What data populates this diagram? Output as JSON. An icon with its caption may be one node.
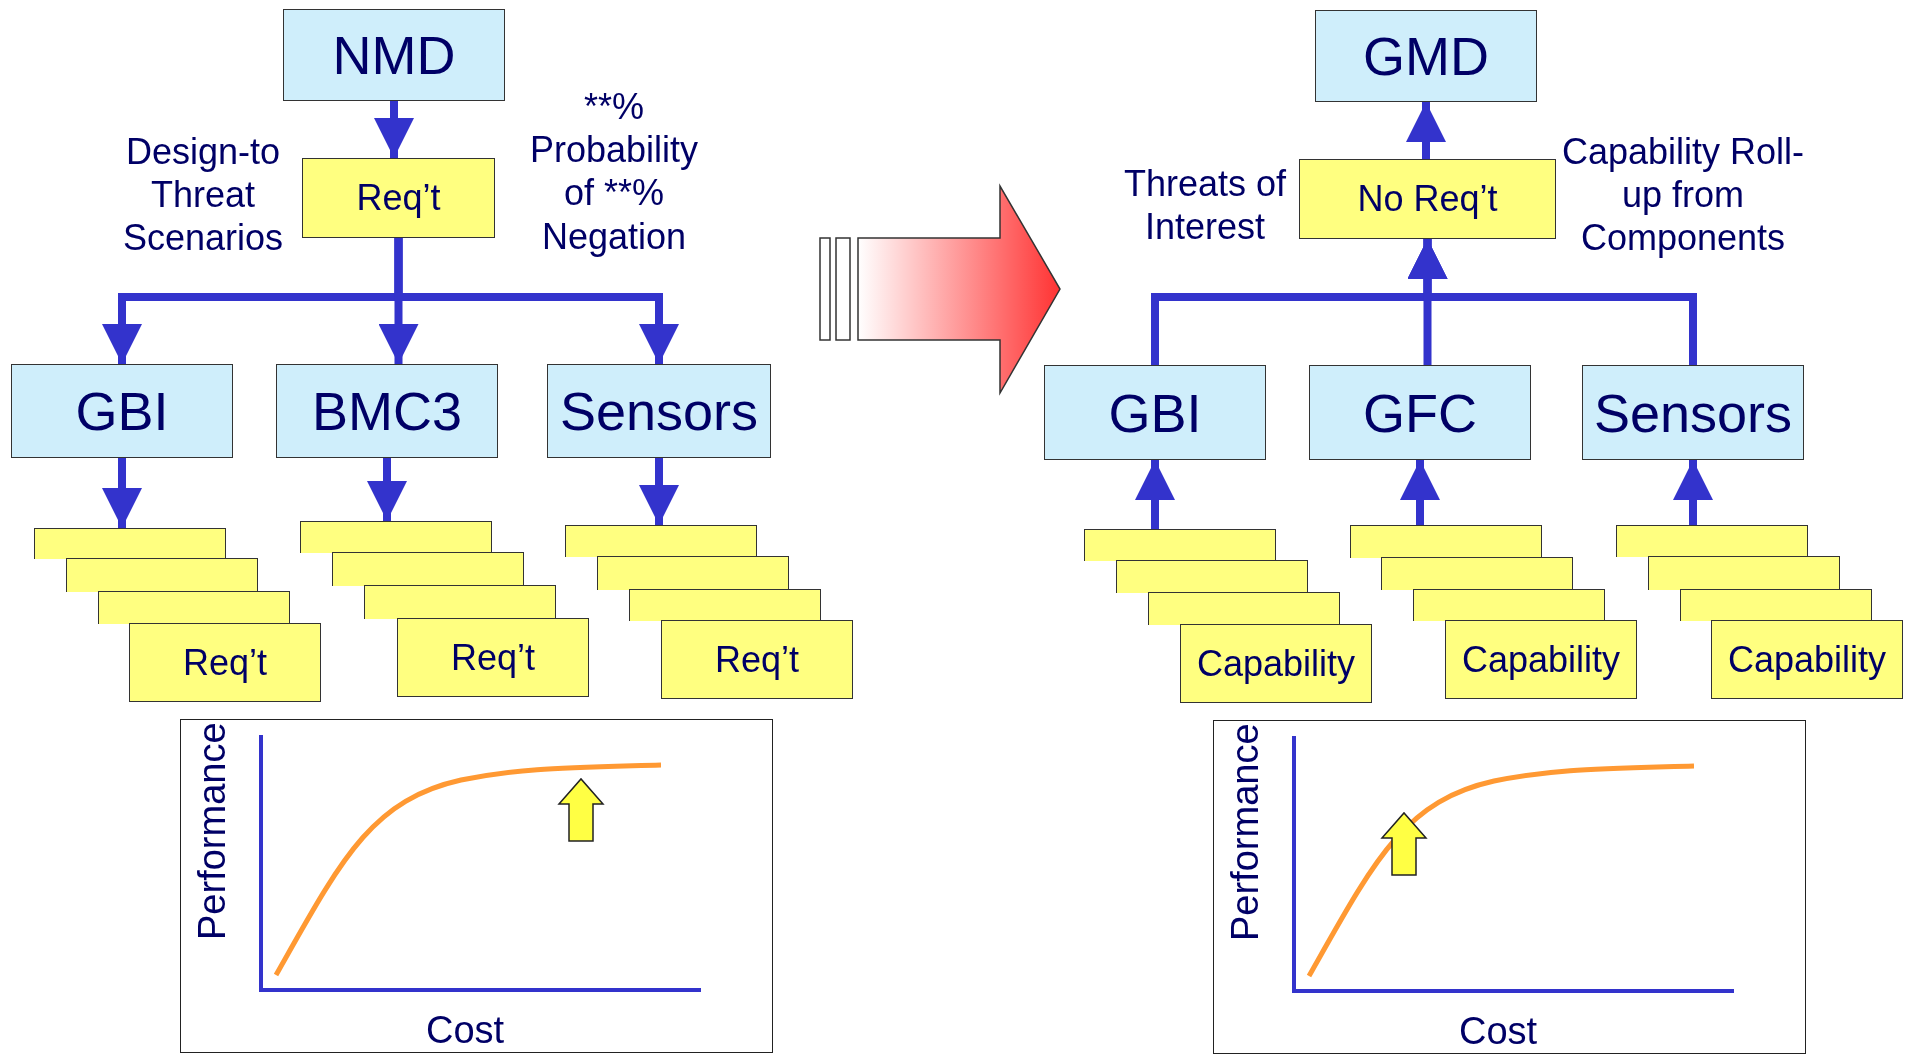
{
  "diagram": {
    "nodes": [
      {
        "text": [
          "NMD"
        ]
      },
      {
        "text": [
          "Req’t"
        ]
      },
      {
        "text": [
          "GBI"
        ]
      },
      {
        "text": [
          "BMC3"
        ]
      },
      {
        "text": [
          "Sensors"
        ]
      },
      {
        "text": [],
        "shape": "box"
      },
      {
        "text": [],
        "shape": "box"
      },
      {
        "text": [],
        "shape": "box"
      },
      {
        "text": [
          "Req’t"
        ]
      },
      {
        "text": [],
        "shape": "box"
      },
      {
        "text": [],
        "shape": "box"
      },
      {
        "text": [],
        "shape": "box"
      },
      {
        "text": [
          "Req’t"
        ]
      },
      {
        "text": [],
        "shape": "box"
      },
      {
        "text": [],
        "shape": "box"
      },
      {
        "text": [],
        "shape": "box"
      },
      {
        "text": [
          "Req’t"
        ]
      },
      {
        "text": [
          "Performance",
          "Cost"
        ]
      },
      {
        "text": [
          "GMD"
        ]
      },
      {
        "text": [
          "No Req’t"
        ]
      },
      {
        "text": [
          "GBI"
        ]
      },
      {
        "text": [
          "GFC"
        ]
      },
      {
        "text": [
          "Sensors"
        ]
      },
      {
        "text": [],
        "shape": "box"
      },
      {
        "text": [],
        "shape": "box"
      },
      {
        "text": [],
        "shape": "box"
      },
      {
        "text": [
          "Capability"
        ]
      },
      {
        "text": [],
        "shape": "box"
      },
      {
        "text": [],
        "shape": "box"
      },
      {
        "text": [],
        "shape": "box"
      },
      {
        "text": [
          "Capability"
        ]
      },
      {
        "text": [],
        "shape": "box"
      },
      {
        "text": [],
        "shape": "box"
      },
      {
        "text": [],
        "shape": "box"
      },
      {
        "text": [
          "Capability"
        ]
      },
      {
        "text": [
          "Performance",
          "Cost"
        ]
      }
    ],
    "edges": [
      {
        "from": 0,
        "to": 1,
        "arrow": "to"
      },
      {
        "from": 1,
        "to": 2,
        "arrow": "to"
      },
      {
        "from": 1,
        "to": 3,
        "arrow": "to"
      },
      {
        "from": 1,
        "to": 4,
        "arrow": "to"
      },
      {
        "from": 2,
        "to": 5,
        "arrow": "to"
      },
      {
        "from": 3,
        "to": 9,
        "arrow": "to"
      },
      {
        "from": 4,
        "to": 13,
        "arrow": "to"
      },
      {
        "from": 19,
        "to": 18,
        "arrow": "to"
      },
      {
        "from": 20,
        "to": 19,
        "arrow": "to"
      },
      {
        "from": 21,
        "to": 19,
        "arrow": "to"
      },
      {
        "from": 22,
        "to": 19,
        "arrow": "to"
      },
      {
        "from": 23,
        "to": 20,
        "arrow": "to"
      },
      {
        "from": 27,
        "to": 21,
        "arrow": "to"
      },
      {
        "from": 31,
        "to": 22,
        "arrow": "to"
      }
    ],
    "labels": [
      "Design-to Threat Scenarios",
      "**% Probability of **% Negation",
      "Threats of Interest",
      "Capability Roll-up from Components"
    ]
  }
}
